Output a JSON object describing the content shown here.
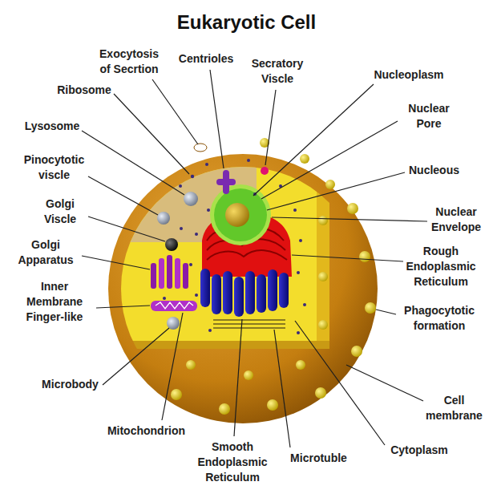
{
  "diagram": {
    "title": "Eukaryotic Cell",
    "labels": [
      "Exocytosis of Secrtion",
      "Centrioles",
      "Secratory Viscle",
      "Nucleoplasm",
      "Ribosome",
      "Nuclear Pore",
      "Lysosome",
      "Nucleous",
      "Pinocytotic viscle",
      "Golgi Viscle",
      "Nuclear Envelope",
      "Golgi Apparatus",
      "Rough Endoplasmic Reticulum",
      "Inner Membrane Finger-like",
      "Phagocytotic formation",
      "Microbody",
      "Cell membrane",
      "Mitochondrion",
      "Cytoplasm",
      "Smooth Endoplasmic Reticulum",
      "Microtuble"
    ]
  }
}
